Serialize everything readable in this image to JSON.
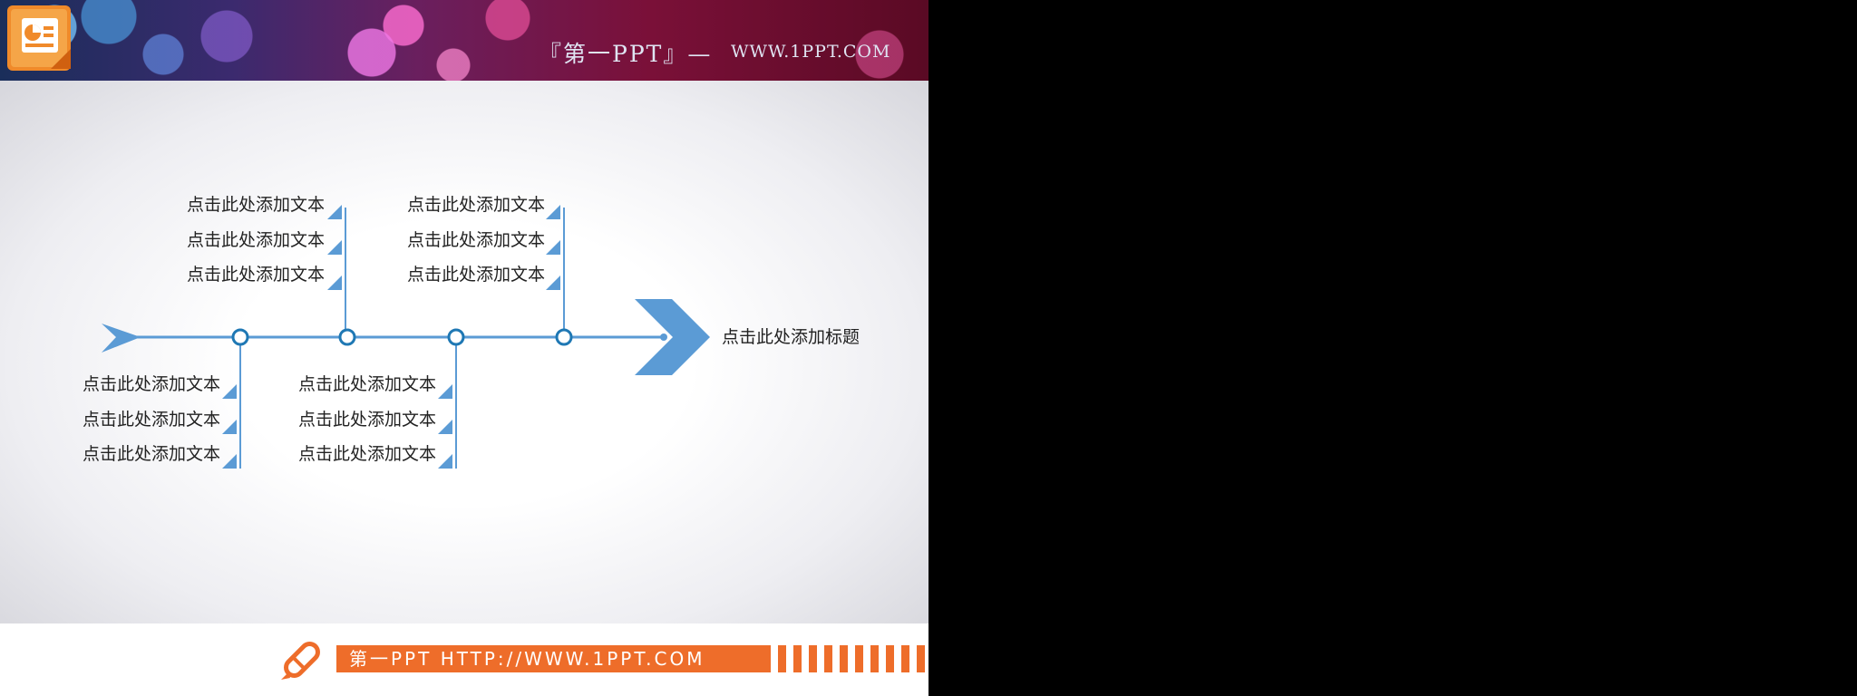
{
  "banner": {
    "title": "『第一PPT』—",
    "url": "WWW.1PPT.COM"
  },
  "diagram": {
    "head_title": "点击此处添加标题",
    "upper_left_texts": [
      "点击此处添加文本",
      "点击此处添加文本",
      "点击此处添加文本"
    ],
    "upper_right_texts": [
      "点击此处添加文本",
      "点击此处添加文本",
      "点击此处添加文本"
    ],
    "lower_left_texts": [
      "点击此处添加文本",
      "点击此处添加文本",
      "点击此处添加文本"
    ],
    "lower_right_texts": [
      "点击此处添加文本",
      "点击此处添加文本",
      "点击此处添加文本"
    ]
  },
  "footer": {
    "text": "第一PPT HTTP://WWW.1PPT.COM"
  },
  "colors": {
    "line_blue": "#5b9bd5",
    "node_blue": "#1f78b4",
    "accent_orange": "#ee6d2a"
  },
  "icons": {
    "app": "powerpoint-icon",
    "footer": "pencil-icon"
  }
}
